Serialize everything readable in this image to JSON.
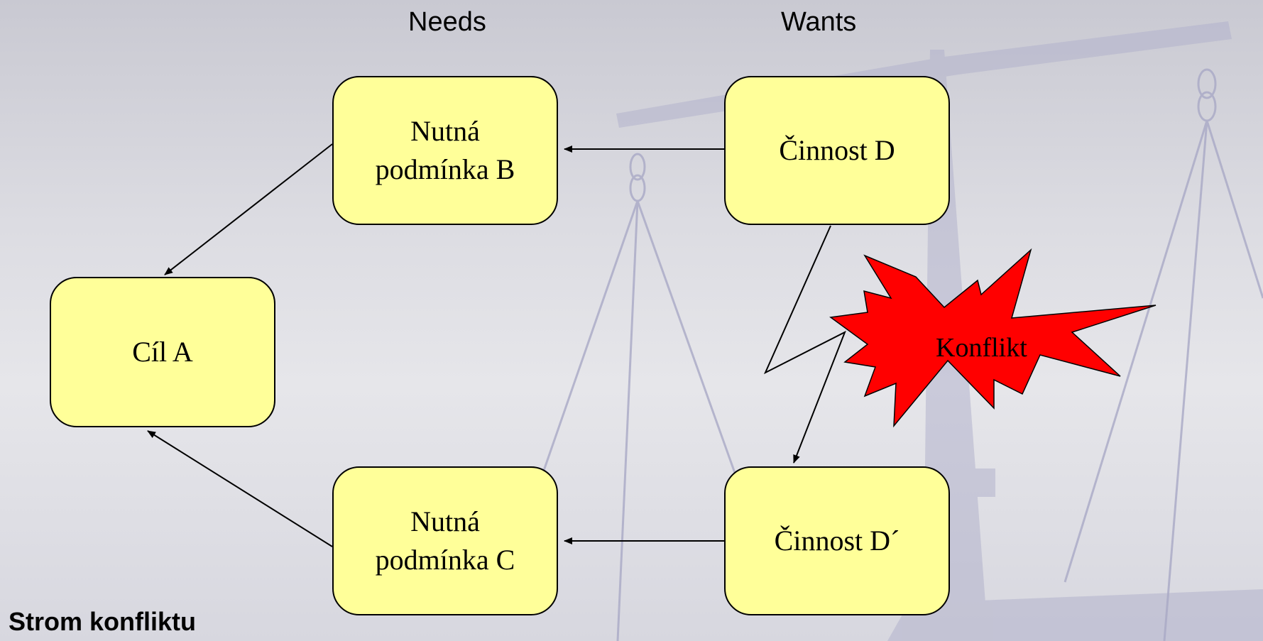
{
  "columns": {
    "needs": "Needs",
    "wants": "Wants"
  },
  "nodes": {
    "goal": "Cíl A",
    "need_b": "Nutná\npodmínka B",
    "need_c": "Nutná\npodmínka C",
    "action_d": "Činnost D",
    "action_d_prime": "Činnost D´"
  },
  "conflict": "Konflikt",
  "caption": "Strom konfliktu",
  "colors": {
    "box_fill": "#ffff99",
    "burst_fill": "#ff0000",
    "scale": "#a9a9c6"
  },
  "icons": {
    "background": "balance-scale-icon"
  }
}
